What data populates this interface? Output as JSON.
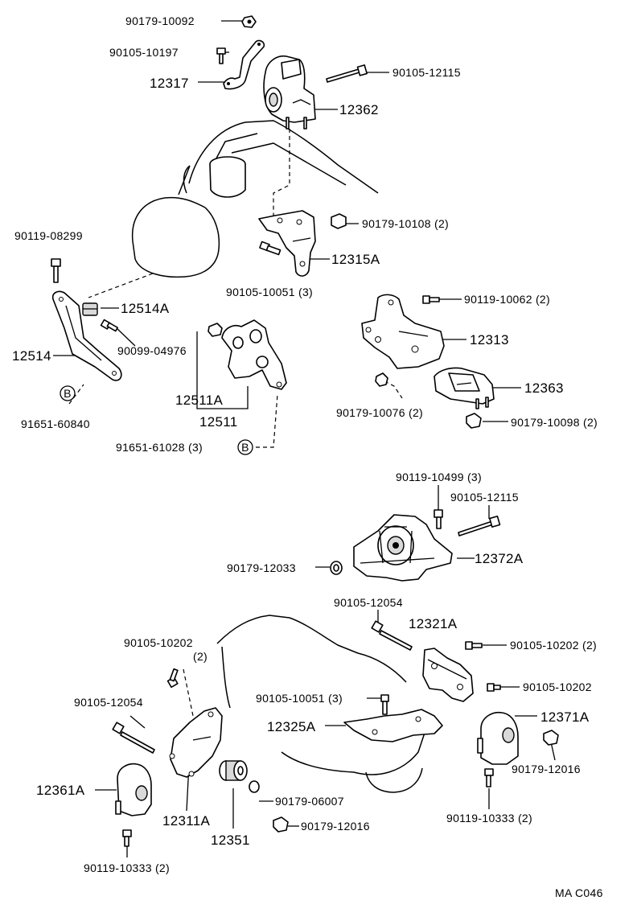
{
  "labels": {
    "p90179_10092": "90179-10092",
    "p90105_10197": "90105-10197",
    "p12317": "12317",
    "p90105_12115_top": "90105-12115",
    "p12362": "12362",
    "p90179_10108": "90179-10108 (2)",
    "p90119_08299": "90119-08299",
    "p12315A": "12315A",
    "p90105_10051_top": "90105-10051 (3)",
    "p90119_10062": "90119-10062 (2)",
    "p12514A": "12514A",
    "p90099_04976": "90099-04976",
    "p12313": "12313",
    "p12514": "12514",
    "p12363": "12363",
    "p12511A": "12511A",
    "p90179_10076": "90179-10076 (2)",
    "p91651_60840": "91651-60840",
    "p12511": "12511",
    "p90179_10098": "90179-10098 (2)",
    "p91651_61028": "91651-61028 (3)",
    "p90119_10499": "90119-10499 (3)",
    "p90105_12115_mid": "90105-12115",
    "p12372A": "12372A",
    "p90179_12033": "90179-12033",
    "p90105_12054_top": "90105-12054",
    "p12321A": "12321A",
    "p90105_10202_left": "90105-10202",
    "p90105_10202_left_qty": "(2)",
    "p90105_10202_right2": "90105-10202 (2)",
    "p90105_10202_right": "90105-10202",
    "p90105_10051_bot": "90105-10051 (3)",
    "p90105_12054_left": "90105-12054",
    "p12325A": "12325A",
    "p12371A": "12371A",
    "p90179_12016_right": "90179-12016",
    "p12361A": "12361A",
    "p90179_06007": "90179-06007",
    "p12311A": "12311A",
    "p90179_12016_bot": "90179-12016",
    "p90119_10333_right": "90119-10333 (2)",
    "p12351": "12351",
    "p90119_10333_left": "90119-10333 (2)",
    "drawing_code": "MA C046",
    "ref_B": "B"
  }
}
